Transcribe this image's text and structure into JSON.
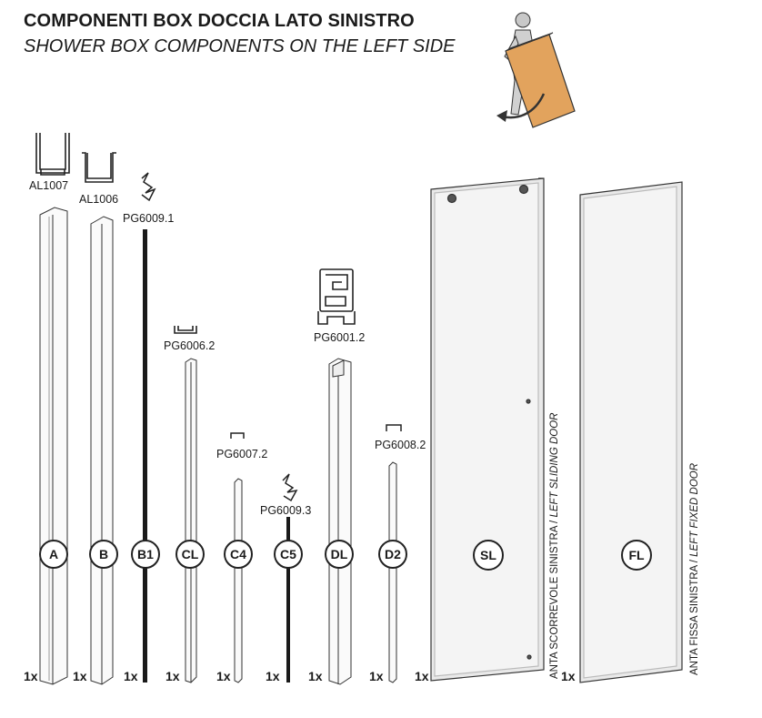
{
  "header": {
    "title": "COMPONENTI BOX DOCCIA LATO SINISTRO",
    "subtitle": "SHOWER BOX COMPONENTS ON THE LEFT SIDE"
  },
  "components": [
    {
      "letter": "A",
      "code": "AL1007",
      "qty": "1x"
    },
    {
      "letter": "B",
      "code": "AL1006",
      "qty": "1x"
    },
    {
      "letter": "B1",
      "code": "PG6009.1",
      "qty": "1x"
    },
    {
      "letter": "CL",
      "code": "PG6006.2",
      "qty": "1x"
    },
    {
      "letter": "C4",
      "code": "PG6007.2",
      "qty": "1x"
    },
    {
      "letter": "C5",
      "code": "PG6009.3",
      "qty": "1x"
    },
    {
      "letter": "DL",
      "code": "PG6001.2",
      "qty": "1x"
    },
    {
      "letter": "D2",
      "code": "PG6008.2",
      "qty": "1x"
    },
    {
      "letter": "SL",
      "qty": "1x",
      "label_it": "ANTA SCORREVOLE SINISTRA / ",
      "label_en": "LEFT SLIDING DOOR"
    },
    {
      "letter": "FL",
      "qty": "1x",
      "label_it": "ANTA FISSA SINISTRA / ",
      "label_en": "LEFT FIXED DOOR"
    }
  ]
}
